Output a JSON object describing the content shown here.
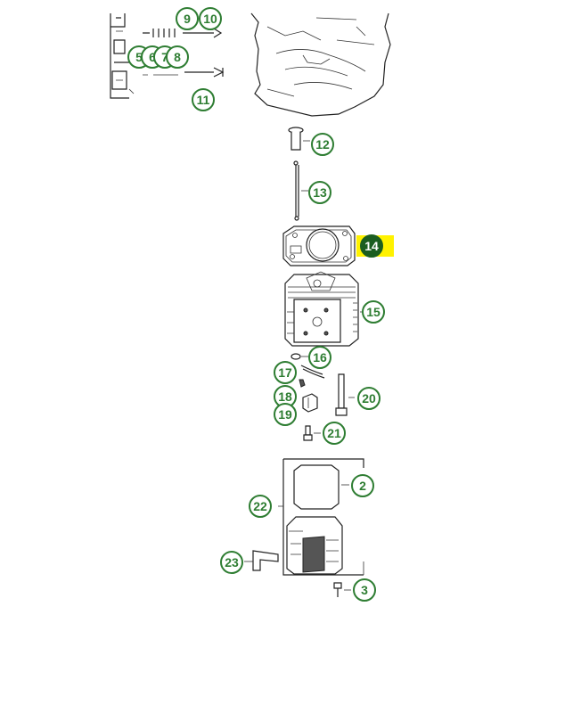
{
  "callouts": [
    {
      "id": "c9",
      "label": "9"
    },
    {
      "id": "c10",
      "label": "10"
    },
    {
      "id": "c5",
      "label": "5"
    },
    {
      "id": "c6",
      "label": "6"
    },
    {
      "id": "c7",
      "label": "7"
    },
    {
      "id": "c8",
      "label": "8"
    },
    {
      "id": "c11",
      "label": "11"
    },
    {
      "id": "c12",
      "label": "12"
    },
    {
      "id": "c13",
      "label": "13"
    },
    {
      "id": "c14",
      "label": "14"
    },
    {
      "id": "c15",
      "label": "15"
    },
    {
      "id": "c16",
      "label": "16"
    },
    {
      "id": "c17",
      "label": "17"
    },
    {
      "id": "c18",
      "label": "18"
    },
    {
      "id": "c19",
      "label": "19"
    },
    {
      "id": "c20",
      "label": "20"
    },
    {
      "id": "c21",
      "label": "21"
    },
    {
      "id": "c2",
      "label": "2"
    },
    {
      "id": "c22",
      "label": "22"
    },
    {
      "id": "c23",
      "label": "23"
    },
    {
      "id": "c3",
      "label": "3"
    }
  ],
  "colors": {
    "callout": "#2e7d32",
    "callout_active": "#1b5e20",
    "highlight": "#fff200"
  },
  "selected_part": "14"
}
